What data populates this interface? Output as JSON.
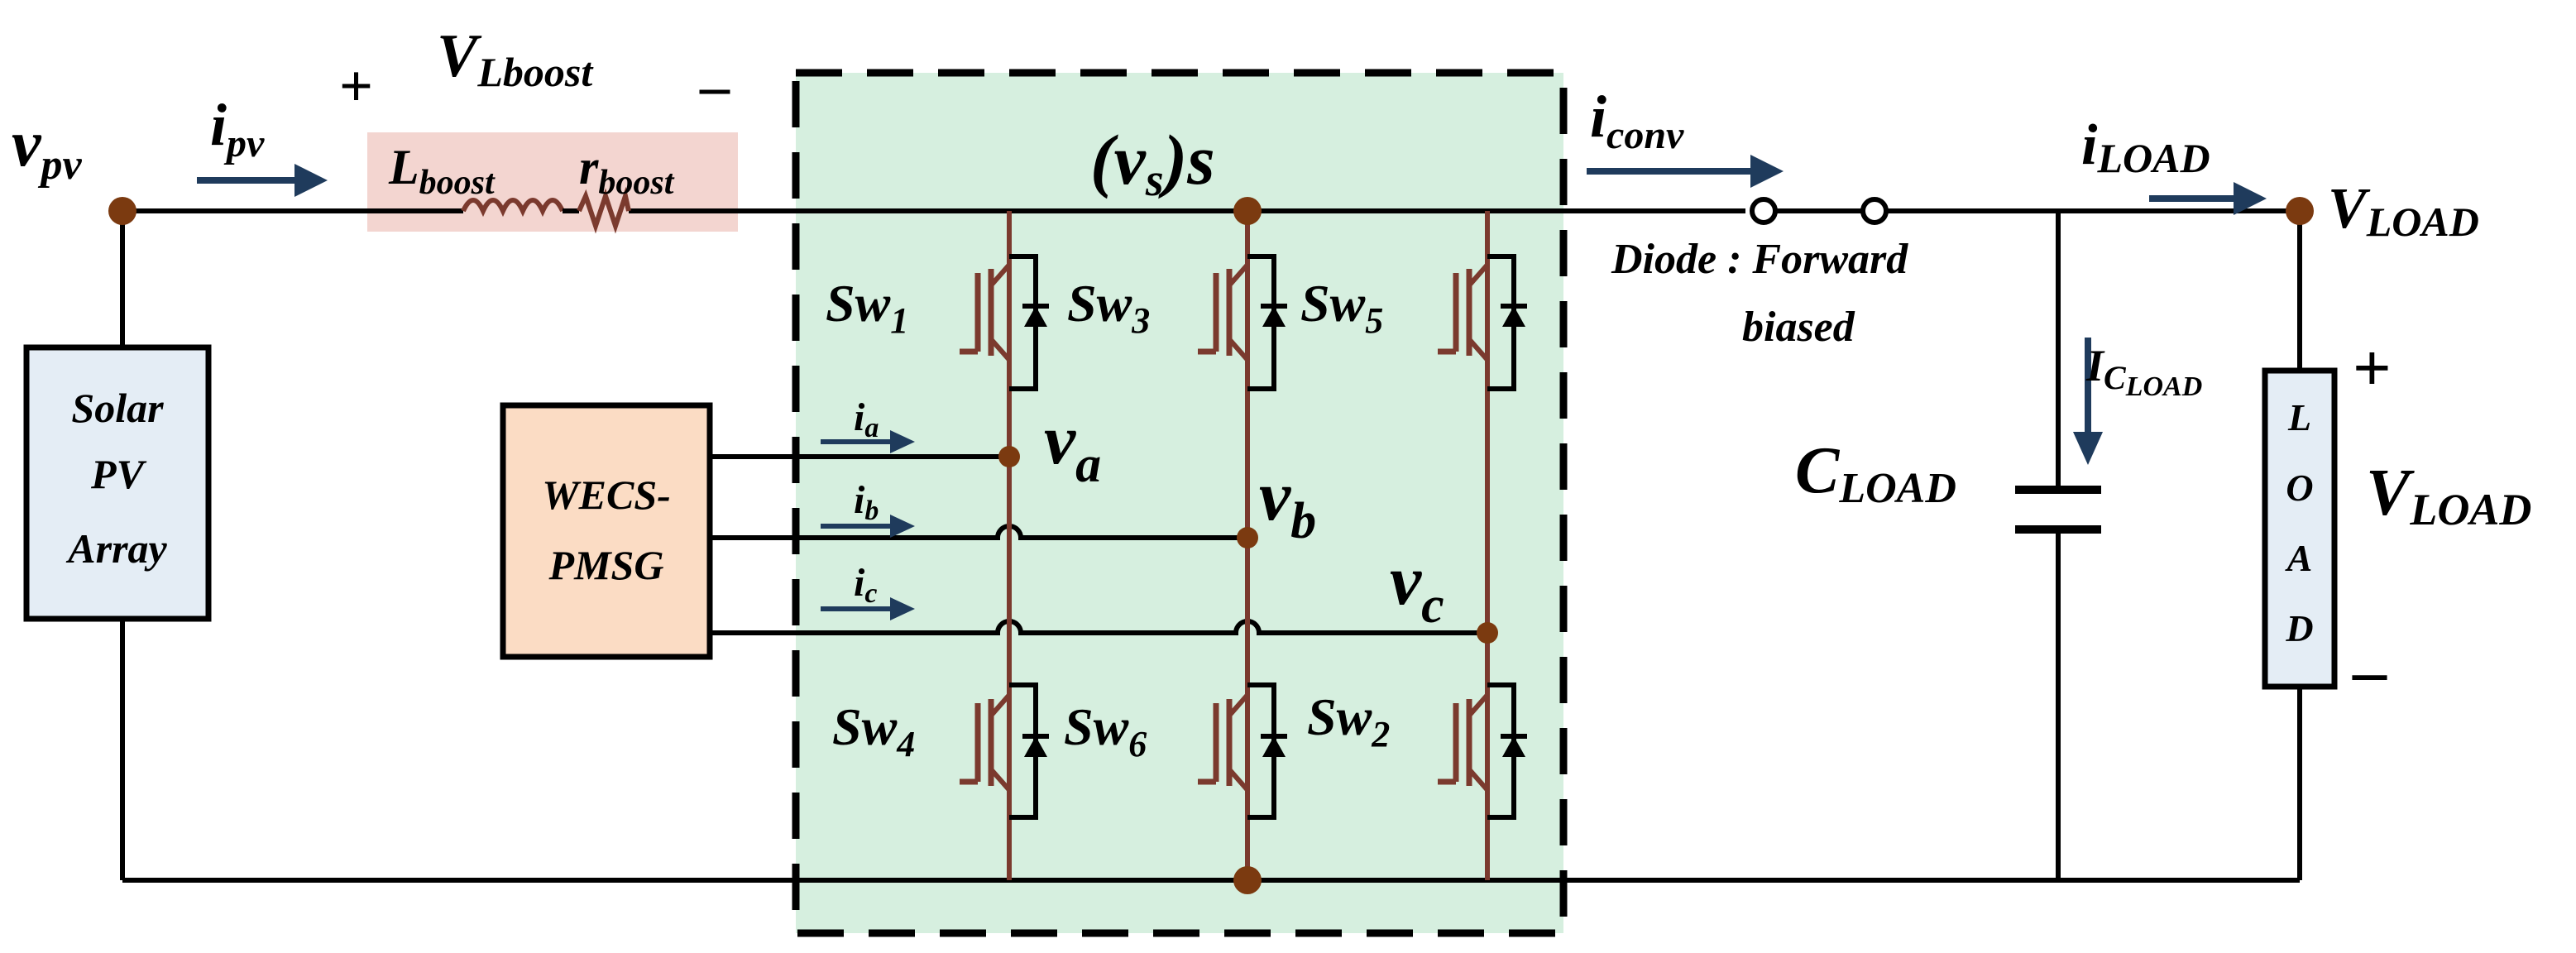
{
  "colors": {
    "inverter_fill": "#d6efdf",
    "inductor_bg": "#f3d5d0",
    "source_box": "#e4edf5",
    "wecs_box": "#fbdcc4",
    "switch_wire": "#7b3a2e",
    "node": "#7b3a10",
    "arrow": "#1f3b5c"
  },
  "labels": {
    "vpv": "v",
    "vpv_sub": "pv",
    "ipv": "i",
    "ipv_sub": "pv",
    "plus_left": "+",
    "minus_left": "–",
    "vlboost": "V",
    "vlboost_sub": "Lboost",
    "lboost": "L",
    "lboost_sub": "boost",
    "rboost": "r",
    "rboost_sub": "boost",
    "vs": "(v",
    "vs_sub": "s",
    "vs_tail": ")s",
    "iconv": "i",
    "iconv_sub": "conv",
    "iload": "i",
    "iload_sub": "LOAD",
    "vload_top": "V",
    "vload_top_sub": "LOAD",
    "diode_line1": "Diode : Forward",
    "diode_line2": "biased",
    "icload": "I",
    "icload_sub": "C",
    "icload_subsub": "LOAD",
    "cload": "C",
    "cload_sub": "LOAD",
    "vload_right": "V",
    "vload_right_sub": "LOAD",
    "plus_right": "+",
    "minus_right": "–",
    "load_letters": [
      "L",
      "O",
      "A",
      "D"
    ],
    "solar_lines": [
      "Solar",
      "PV",
      "Array"
    ],
    "wecs_lines": [
      "WECS-",
      "PMSG"
    ],
    "ia": "i",
    "ia_sub": "a",
    "ib": "i",
    "ib_sub": "b",
    "ic": "i",
    "ic_sub": "c",
    "va": "v",
    "va_sub": "a",
    "vb": "v",
    "vb_sub": "b",
    "vc": "v",
    "vc_sub": "c",
    "sw1": "Sw",
    "sw1_sub": "1",
    "sw3": "Sw",
    "sw3_sub": "3",
    "sw5": "Sw",
    "sw5_sub": "5",
    "sw4": "Sw",
    "sw4_sub": "4",
    "sw6": "Sw",
    "sw6_sub": "6",
    "sw2": "Sw",
    "sw2_sub": "2"
  }
}
